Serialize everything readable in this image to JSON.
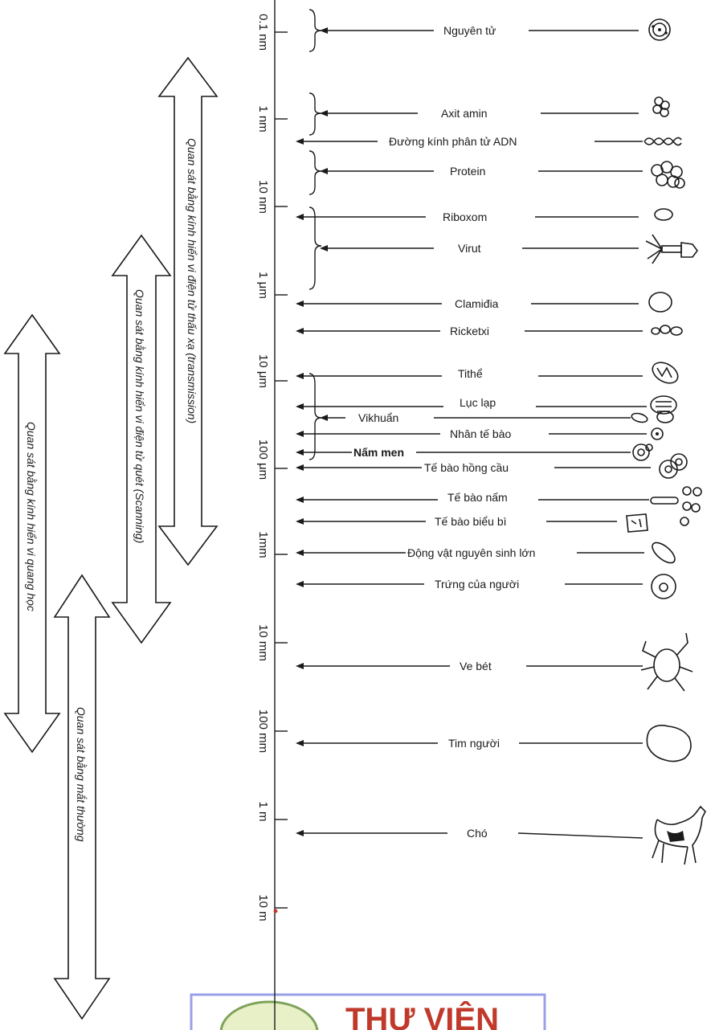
{
  "scale_ticks": [
    {
      "label": "0.1 nm"
    },
    {
      "label": "1 nm"
    },
    {
      "label": "10 nm"
    },
    {
      "label": "1 μm"
    },
    {
      "label": "10 μm"
    },
    {
      "label": "100 μm"
    },
    {
      "label": "1mm"
    },
    {
      "label": "10 mm"
    },
    {
      "label": "100 mm"
    },
    {
      "label": "1 m"
    },
    {
      "label": "10 m"
    }
  ],
  "objects": [
    {
      "label": "Nguyên tử",
      "icon": "atom-icon"
    },
    {
      "label": "Axit amin",
      "icon": "amino-acid-icon"
    },
    {
      "label": "Đường kính phân tử ADN",
      "icon": "dna-icon"
    },
    {
      "label": "Protein",
      "icon": "protein-icon"
    },
    {
      "label": "Riboxom",
      "icon": "ribosome-icon"
    },
    {
      "label": "Virut",
      "icon": "virus-icon"
    },
    {
      "label": "Clamiđia",
      "icon": "chlamydia-icon"
    },
    {
      "label": "Ricketxi",
      "icon": "rickettsia-icon"
    },
    {
      "label": "Tithể",
      "icon": "mitochondrion-icon"
    },
    {
      "label": "Lục lạp",
      "icon": "chloroplast-icon"
    },
    {
      "label": "Vikhuẩn",
      "icon": "bacteria-icon"
    },
    {
      "label": "Nhân tế bào",
      "icon": "nucleus-icon"
    },
    {
      "label": "Nấm men",
      "icon": "yeast-icon"
    },
    {
      "label": "Tế bào hồng cầu",
      "icon": "red-blood-cell-icon"
    },
    {
      "label": "Tế bào nấm",
      "icon": "fungal-cell-icon"
    },
    {
      "label": "Tế bào biểu bì",
      "icon": "epidermal-cell-icon"
    },
    {
      "label": "Động vật nguyên sinh lớn",
      "icon": "protozoa-icon"
    },
    {
      "label": "Trứng của người",
      "icon": "human-egg-icon"
    },
    {
      "label": "Ve bét",
      "icon": "mite-icon"
    },
    {
      "label": "Tim người",
      "icon": "human-heart-icon"
    },
    {
      "label": "Chó",
      "icon": "dog-icon"
    }
  ],
  "observation_ranges": [
    {
      "label": "Quan sát bằng kính hiển vi điện tử thấu xạ (transmission)"
    },
    {
      "label": "Quan sát bằng kính hiển vi điện tử quét (Scanning)"
    },
    {
      "label": "Quan sát bằng kính hiển vi quang học"
    },
    {
      "label": "Quan sát bằng mắt thường"
    }
  ],
  "watermark": {
    "text": "THƯ VIỆN",
    "color": "#c0392b",
    "border_color": "#9aa0e8"
  },
  "colors": {
    "ink": "#1a1a1a",
    "background": "#ffffff"
  }
}
